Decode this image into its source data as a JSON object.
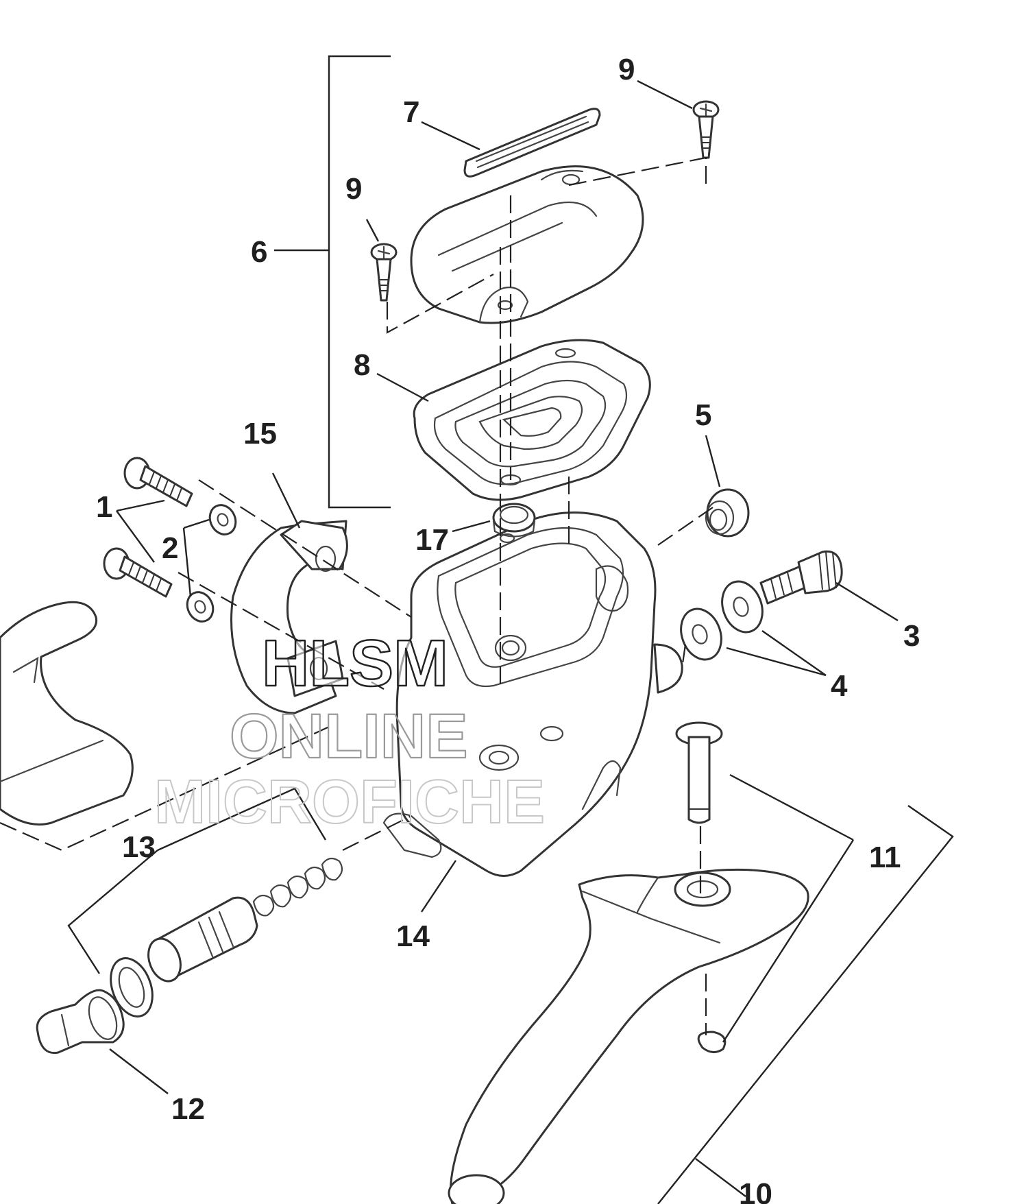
{
  "diagram": {
    "callouts": {
      "c1": "1",
      "c2": "2",
      "c3": "3",
      "c4": "4",
      "c5": "5",
      "c6": "6",
      "c7": "7",
      "c8": "8",
      "c9a": "9",
      "c9b": "9",
      "c10": "10",
      "c11": "11",
      "c12": "12",
      "c13": "13",
      "c14": "14",
      "c15": "15",
      "c17": "17"
    },
    "watermark": {
      "line1": "HLSM",
      "line2": "ONLINE",
      "line3": "MICROFICHE"
    }
  }
}
